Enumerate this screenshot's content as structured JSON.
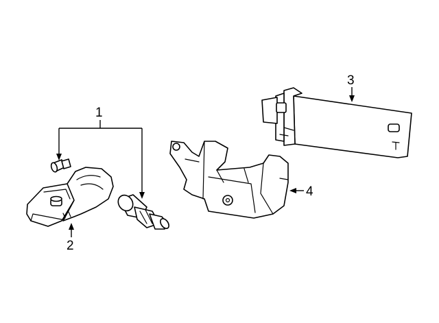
{
  "callouts": [
    {
      "id": "1",
      "label": "1"
    },
    {
      "id": "2",
      "label": "2"
    },
    {
      "id": "3",
      "label": "3"
    },
    {
      "id": "4",
      "label": "4"
    }
  ],
  "parts": [
    {
      "callout": "1",
      "part": "valve-stem-screw"
    },
    {
      "callout": "1",
      "part": "valve-stem"
    },
    {
      "callout": "2",
      "part": "tire-pressure-sensor"
    },
    {
      "callout": "3",
      "part": "tpms-control-module"
    },
    {
      "callout": "4",
      "part": "module-mounting-bracket"
    }
  ]
}
